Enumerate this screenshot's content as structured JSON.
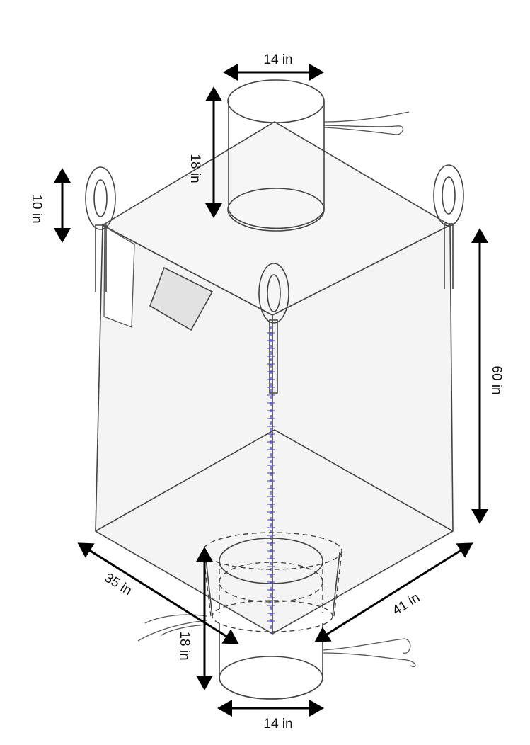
{
  "colors": {
    "stroke": "#444444",
    "bag_face": "#f4f4f4",
    "top_face": "#f6f6f6",
    "label_patch": "#e2e2e2",
    "seam": "#3b3bd6",
    "arrow": "#000000"
  },
  "dimensions": {
    "top_spout_width": "14 in",
    "top_spout_height": "18 in",
    "loop_height": "10 in",
    "bag_height": "60 in",
    "bag_depth": "35 in",
    "bag_width": "41 in",
    "bottom_spout_height": "18 in",
    "bottom_spout_width": "14 in"
  }
}
